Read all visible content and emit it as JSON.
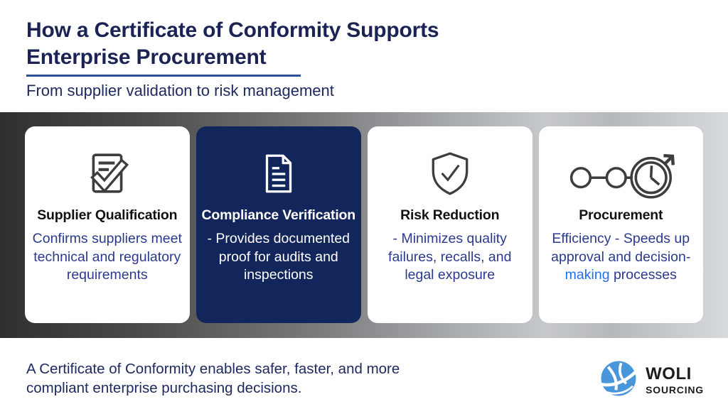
{
  "header": {
    "title": "How a Certificate of Conformity Supports Enterprise Procurement",
    "subtitle": "From supplier validation to risk management"
  },
  "cards": [
    {
      "title": "Supplier Qualification",
      "body": "Confirms suppliers meet technical and regulatory requirements",
      "icon": "checklist-check-icon",
      "variant": "light"
    },
    {
      "title": "Compliance Verification",
      "body": "- Provides documented proof for audits and inspections",
      "icon": "document-lines-icon",
      "variant": "dark"
    },
    {
      "title": "Risk Reduction",
      "body": "- Minimizes quality failures, recalls, and legal exposure",
      "icon": "shield-check-icon",
      "variant": "light"
    },
    {
      "title": "Procurement",
      "body_prefix": "Efficiency - Speeds up approval and decision-",
      "body_highlight": "making",
      "body_suffix": " processes",
      "icon": "timeline-clock-icon",
      "variant": "light"
    }
  ],
  "footer": {
    "summary": "A Certificate of Conformity enables safer, faster, and more compliant enterprise purchasing decisions."
  },
  "logo": {
    "name": "WOLI",
    "tagline": "SOURCING",
    "icon": "globe-swoosh-icon"
  },
  "colors": {
    "title_navy": "#1a2353",
    "body_navy": "#2b3a8e",
    "underline_blue": "#2d4f9e",
    "dark_card_navy": "#13265c",
    "highlight_blue": "#1f6ff0",
    "icon_stroke_gray": "#3d3d3d",
    "band_gradient_start": "#2f2f2f",
    "band_gradient_end": "#d7dadc",
    "logo_blue": "#4a96db"
  }
}
